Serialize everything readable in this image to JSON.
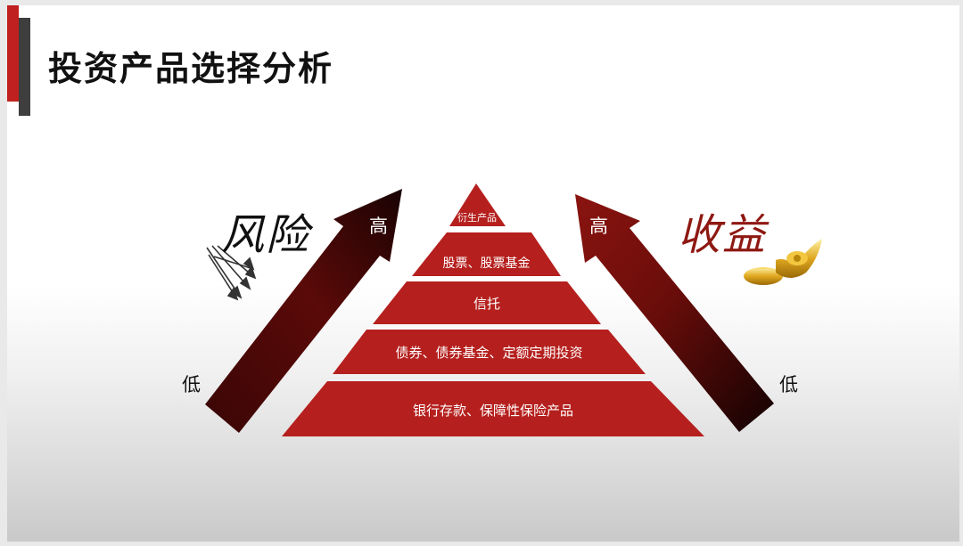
{
  "title": "投资产品选择分析",
  "risk": {
    "label": "风险",
    "high": "高",
    "low": "低"
  },
  "return": {
    "label": "收益",
    "high": "高",
    "low": "低"
  },
  "pyramid": [
    "衍生产品",
    "股票、股票基金",
    "信托",
    "债券、债券基金、定额定期投资",
    "银行存款、保障性保险产品"
  ],
  "colors": {
    "accent_red": "#c0201f",
    "accent_gray": "#3e3e3e",
    "pyramid_red": "#b5201e",
    "return_text": "#8e1812"
  },
  "icons": {
    "risk": "arrows-icon",
    "return": "gold-ingot-icon"
  }
}
